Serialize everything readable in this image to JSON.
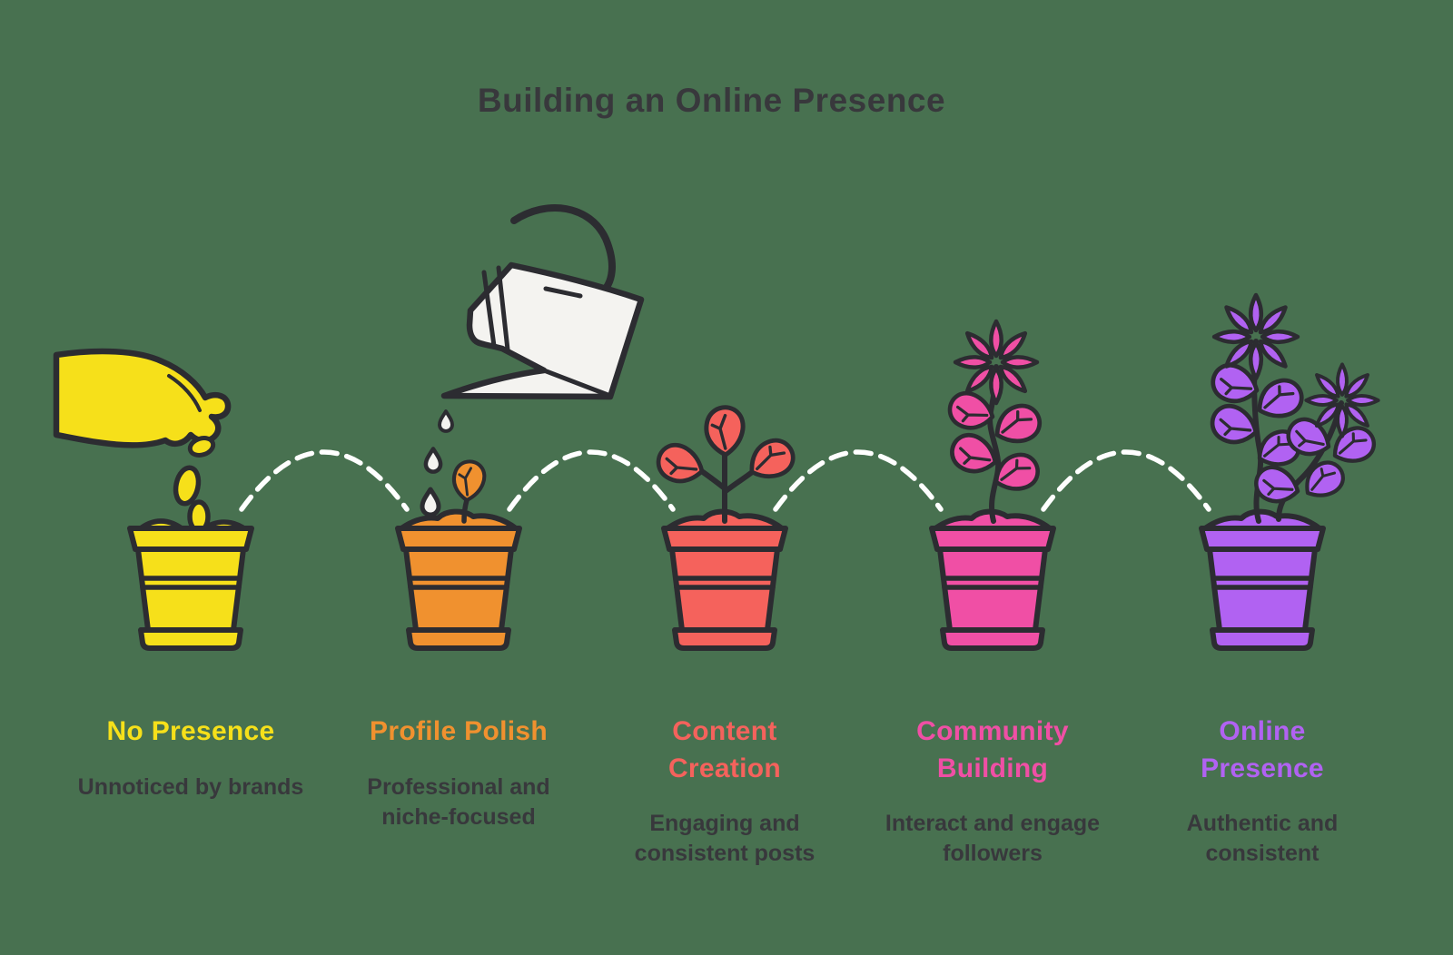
{
  "title": "Building an Online Presence",
  "colors": {
    "background": "#487150",
    "outline": "#2C2C31",
    "text": "#38383C",
    "dash": "#FFFFFF",
    "can": "#F4F3F0"
  },
  "stages": [
    {
      "name": "No Presence",
      "description": "Unnoticed by brands",
      "color": "#F6E01A",
      "icon": "hand-planting-seeds-icon"
    },
    {
      "name": "Profile Polish",
      "description": "Professional and\nniche-focused",
      "color": "#F0912F",
      "icon": "watering-can-sprout-icon"
    },
    {
      "name": "Content\nCreation",
      "description": "Engaging and\nconsistent posts",
      "color": "#F5625C",
      "icon": "young-plant-icon"
    },
    {
      "name": "Community\nBuilding",
      "description": "Interact and engage\nfollowers",
      "color": "#F04FA5",
      "icon": "flowering-plant-icon"
    },
    {
      "name": "Online\nPresence",
      "description": "Authentic and\nconsistent",
      "color": "#B162F2",
      "icon": "blooming-plant-icon"
    }
  ]
}
